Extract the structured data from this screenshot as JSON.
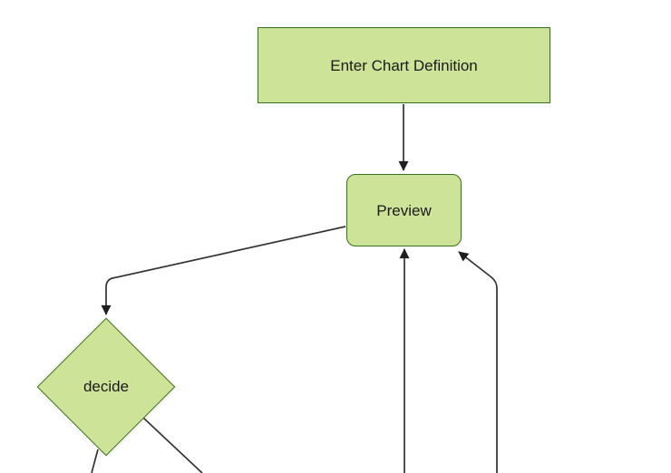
{
  "diagram": {
    "type": "flowchart",
    "background": "#ffffff",
    "colors": {
      "node_fill": "#cde498",
      "node_border": "#3a6e20",
      "edge": "#333333",
      "arrow": "#1f1f1f",
      "text": "#1a1a1a"
    },
    "nodes": [
      {
        "id": "enter-chart-definition",
        "label": "Enter Chart Definition",
        "shape": "rectangle"
      },
      {
        "id": "preview",
        "label": "Preview",
        "shape": "rounded-rectangle"
      },
      {
        "id": "decide",
        "label": "decide",
        "shape": "diamond"
      }
    ],
    "edges": [
      {
        "from": "enter-chart-definition",
        "to": "preview",
        "arrow": true
      },
      {
        "from": "preview",
        "to": "decide",
        "arrow": true
      },
      {
        "from": "offscreen-bottom-left",
        "to": "preview",
        "arrow": true
      },
      {
        "from": "offscreen-bottom-right",
        "to": "preview",
        "arrow": true
      },
      {
        "from": "decide",
        "to": "offscreen-bottom",
        "arrow": false
      },
      {
        "from": "decide",
        "to": "offscreen-bottom-right",
        "arrow": false
      }
    ]
  }
}
